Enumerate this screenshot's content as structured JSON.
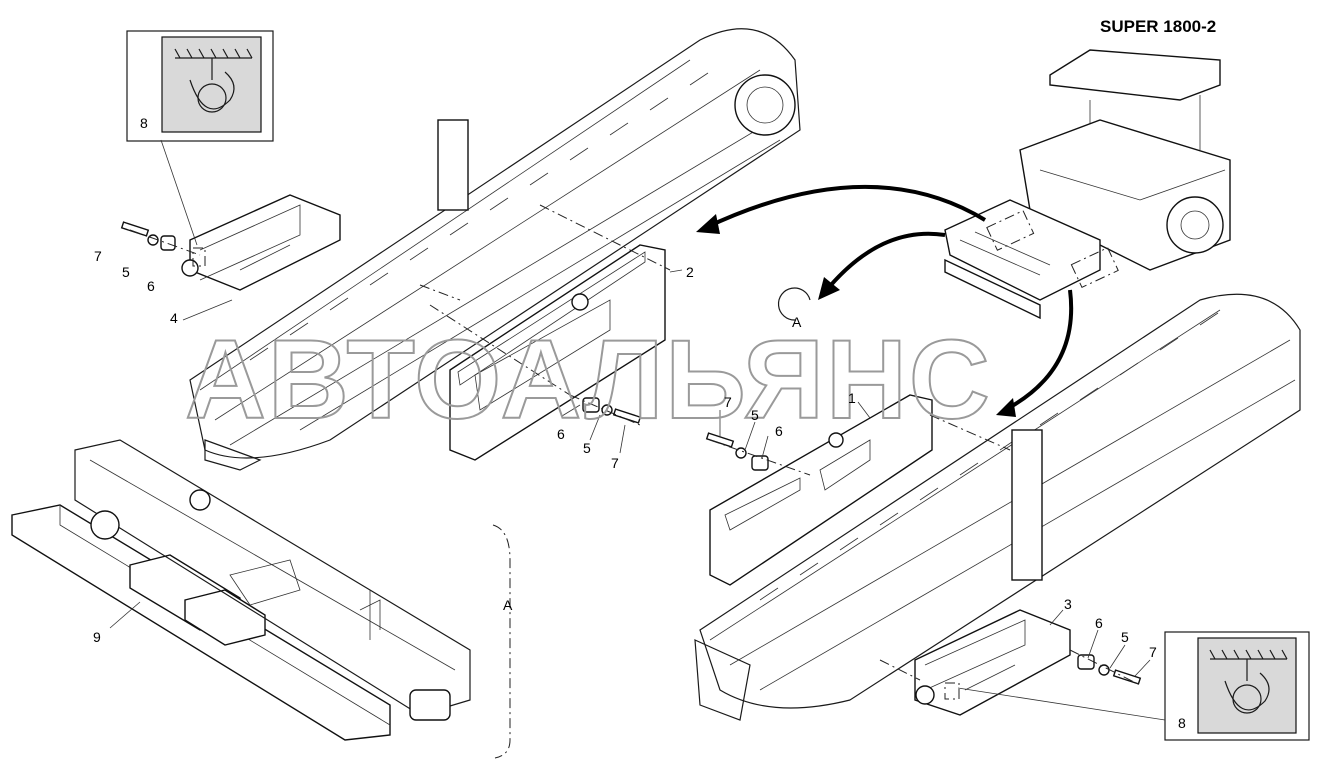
{
  "title": "SUPER 1800-2",
  "watermark": "АВТОАЛЬЯНС",
  "view_marker": "A",
  "callouts": {
    "upper_left_8": "8",
    "upper_left_7": "7",
    "upper_left_5": "5",
    "upper_left_6": "6",
    "upper_left_4": "4",
    "weight_2": "2",
    "center_6": "6",
    "center_5": "5",
    "center_7": "7",
    "right_7": "7",
    "right_5": "5",
    "right_6": "6",
    "weight_1": "1",
    "weight_9": "9",
    "lower_right_3": "3",
    "lower_right_6": "6",
    "lower_right_5": "5",
    "lower_right_7": "7",
    "lower_right_8": "8"
  },
  "icons": [
    "lifting-hook-warning-icon",
    "lifting-hook-warning-icon"
  ],
  "colors": {
    "line": "#111111",
    "warning_panel": "#d9d9d9",
    "watermark": "#9a9a9a"
  }
}
